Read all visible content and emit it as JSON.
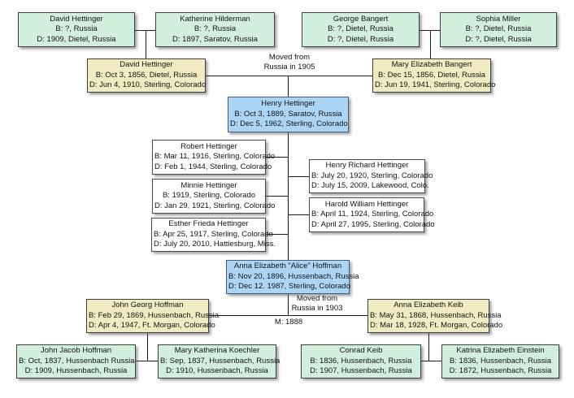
{
  "people": [
    {
      "name": "David Hettinger",
      "birth": "B: ?, Russia",
      "death": "D: 1909, Dietel, Russia"
    },
    {
      "name": "Katherine Hilderman",
      "birth": "B: ?, Russia",
      "death": "D: 1897, Saratov, Russia"
    },
    {
      "name": "George Bangert",
      "birth": "B: ?, Dietel, Russia",
      "death": "D: ?, Dietel, Russia"
    },
    {
      "name": "Sophia Miller",
      "birth": "B: ?, Dietel, Russia",
      "death": "D: ?, Dietel, Russia"
    },
    {
      "name": "David Hettinger",
      "birth": "B: Oct 3, 1856, Dietel, Russia",
      "death": "D: Jun 4, 1910, Sterling, Colorado"
    },
    {
      "name": "Mary Elizabeth Bangert",
      "birth": "B: Dec 15, 1856, Dietel, Russia",
      "death": "D: Jun 19, 1941, Sterling, Colorado"
    },
    {
      "name": "Henry Hettinger",
      "birth": "B: Oct 3, 1889, Saratov, Russia",
      "death": "D: Dec 5, 1962, Sterling, Colorado"
    },
    {
      "name": "Robert Hettinger",
      "birth": "B: Mar 11, 1916, Sterling, Colorado",
      "death": "D: Feb 1, 1944, Sterling, Colorado"
    },
    {
      "name": "Minnie Hettinger",
      "birth": "B: 1919, Sterling, Colorado",
      "death": "D: Jan 29, 1921, Sterling, Colorado"
    },
    {
      "name": "Esther Frieda Hettinger",
      "birth": "B: Apr 25, 1917, Sterling, Colorado",
      "death": "D: July 20, 2010, Hattiesburg, Miss."
    },
    {
      "name": "Henry Richard Hettinger",
      "birth": "B: July 20, 1920, Sterling, Colorado",
      "death": "D: July 15, 2009, Lakewood, Colo."
    },
    {
      "name": "Harold William Hettinger",
      "birth": "B: April 11, 1924, Sterling, Colorado",
      "death": "D: April 27, 1995, Sterling, Colorado"
    },
    {
      "name": "Anna Elizabeth \"Alice\" Hoffman",
      "birth": "B: Nov 20, 1896, Hussenbach, Russia",
      "death": "D: Dec 12. 1987, Sterling, Colorado"
    },
    {
      "name": "John Georg Hoffman",
      "birth": "B: Feb 29, 1869, Hussenbach, Russia",
      "death": "D: Apr 4, 1947, Ft. Morgan, Colorado"
    },
    {
      "name": "Anna Elizabeth Keib",
      "birth": "B: May 31, 1868, Hussenbach, Russia",
      "death": "D: Mar 18, 1928, Ft. Morgan, Colorado"
    },
    {
      "name": "John Jacob Hoffman",
      "birth": "B: Oct, 1837, Hussenbach Russia",
      "death": "D: 1909, Hussenbach, Russia"
    },
    {
      "name": "Mary Katherina Koechler",
      "birth": "B: Sep, 1837, Hussenbach, Russia",
      "death": "D: 1910, Hussenbach, Russia"
    },
    {
      "name": "Conrad Keib",
      "birth": "B: 1836, Hussenbach, Russia",
      "death": "D: 1907, Hussenbach, Russia"
    },
    {
      "name": "Katrina Elizabeth Einstein",
      "birth": "B: 1836, Hussenbach, Russia",
      "death": "D: 1872, Hussenbach, Russia"
    }
  ],
  "annotations": {
    "note_top_line1": "Moved from",
    "note_top_line2": "Russia in 1905",
    "note_bottom_line1": "Moved from",
    "note_bottom_line2": "Russia in 1903",
    "marriage_label": "M: 1888"
  },
  "colors": {
    "great_grandparent_fill": "#d2efdd",
    "grandparent_fill": "#f1ebc1",
    "subject_fill": "#abd5f6",
    "child_fill": "#ffffff",
    "box_border": "#3f3f3f",
    "connector_line": "#1c1c1c"
  }
}
